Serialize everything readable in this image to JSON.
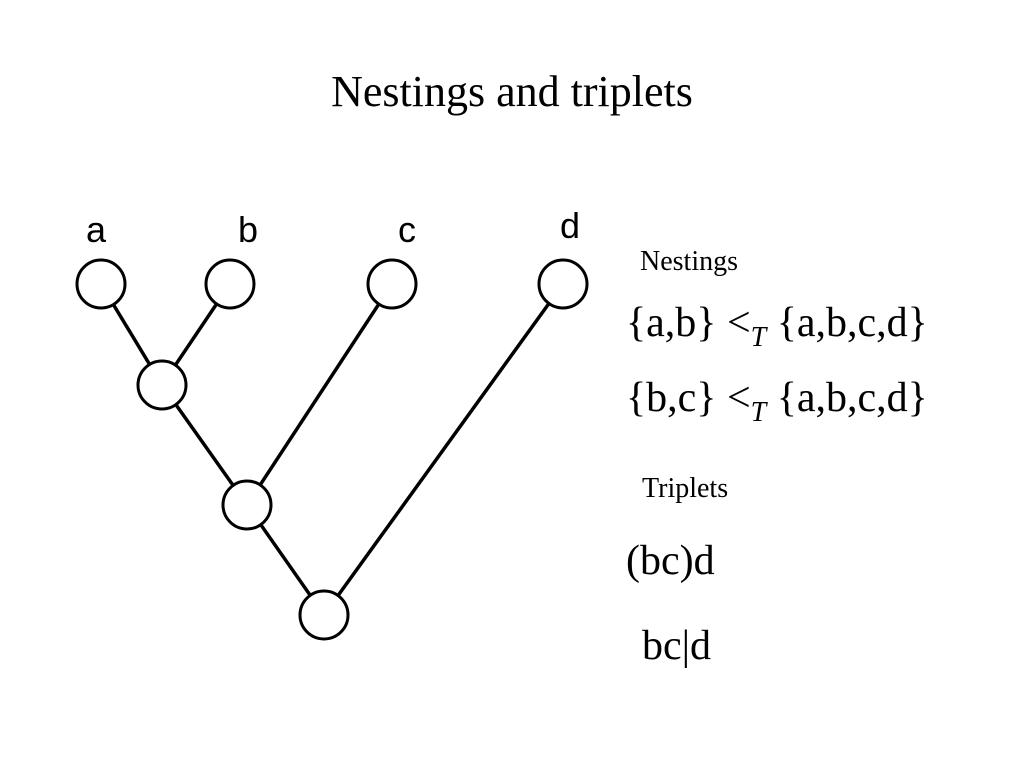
{
  "title": "Nestings and triplets",
  "tree": {
    "leaves": [
      "a",
      "b",
      "c",
      "d"
    ],
    "edges": [
      [
        "a",
        "ab"
      ],
      [
        "b",
        "ab"
      ],
      [
        "ab",
        "abc"
      ],
      [
        "c",
        "abc"
      ],
      [
        "abc",
        "root"
      ],
      [
        "d",
        "root"
      ]
    ]
  },
  "nestings": {
    "heading": "Nestings",
    "items": [
      {
        "left": "{a,b}",
        "operator": "<",
        "subscript": "T",
        "right": "{a,b,c,d}"
      },
      {
        "left": "{b,c}",
        "operator": "<",
        "subscript": "T",
        "right": "{a,b,c,d}"
      }
    ]
  },
  "triplets": {
    "heading": "Triplets",
    "items": [
      "(bc)d",
      "bc|d"
    ]
  }
}
